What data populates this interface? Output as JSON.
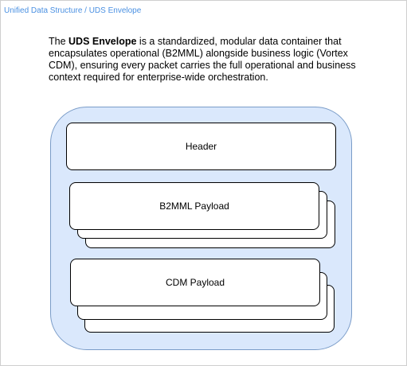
{
  "breadcrumb": "Unified Data Structure / UDS Envelope",
  "description": {
    "prefix": "The ",
    "emphasis": "UDS Envelope",
    "text": " is a standardized, modular data container that encapsulates operational (B2MML) alongside business logic (Vortex CDM), ensuring every packet carries the full operational and business context required for enterprise-wide orchestration."
  },
  "envelope": {
    "header_label": "Header",
    "b2mml_label": "B2MML Payload",
    "cdm_label": "CDM Payload"
  },
  "colors": {
    "envelope_fill": "#dae8fc",
    "envelope_stroke": "#7a9cc8",
    "breadcrumb_text": "#4a90e2"
  }
}
